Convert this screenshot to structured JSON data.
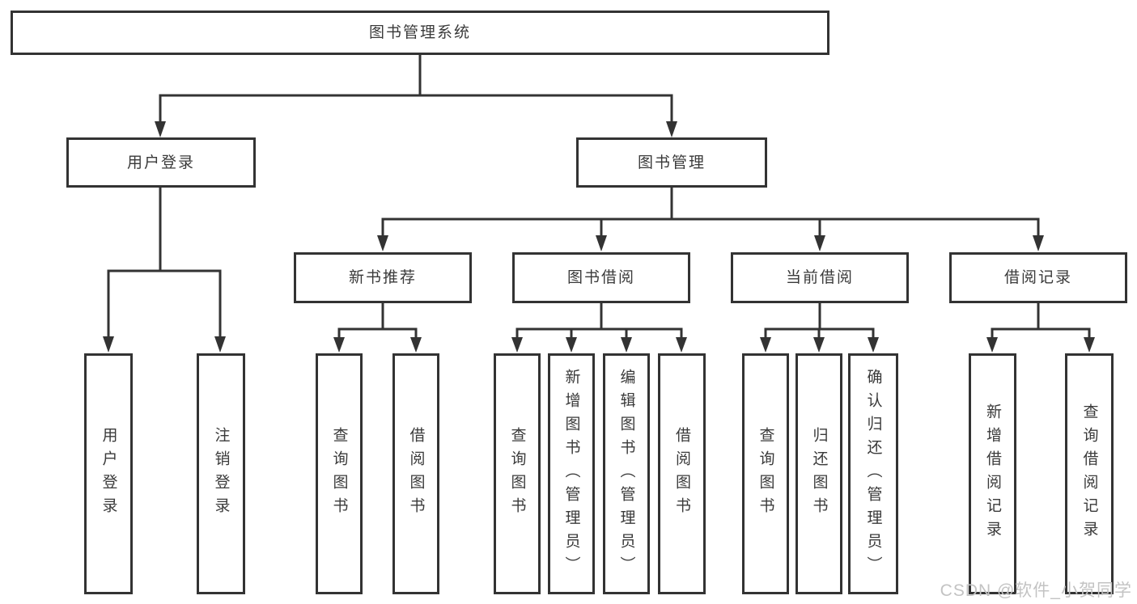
{
  "colors": {
    "line_color": "#333333",
    "text_color": "#3a3a3a",
    "box_bg": "#ffffff",
    "watermark_color": "#c3c3c3"
  },
  "nodes": {
    "root": "图书管理系统",
    "user_login": "用户登录",
    "book_management": "图书管理",
    "new_book_recommend": "新书推荐",
    "book_borrow": "图书借阅",
    "current_borrow": "当前借阅",
    "borrow_record": "借阅记录",
    "ul_user_login": "用户登录",
    "ul_logout": "注销登录",
    "nbr_query_book": "查询图书",
    "nbr_borrow_book": "借阅图书",
    "bb_query_book": "查询图书",
    "bb_add_book": "新增图书（管理员）",
    "bb_edit_book": "编辑图书（管理员）",
    "bb_borrow_book": "借阅图书",
    "cb_query_book": "查询图书",
    "cb_return_book": "归还图书",
    "cb_confirm_return": "确认归还（管理员）",
    "br_add_record": "新增借阅记录",
    "br_query_record": "查询借阅记录"
  },
  "edges": [
    {
      "from": "root",
      "to": "user_login"
    },
    {
      "from": "root",
      "to": "book_management"
    },
    {
      "from": "user_login",
      "to": "ul_user_login"
    },
    {
      "from": "user_login",
      "to": "ul_logout"
    },
    {
      "from": "book_management",
      "to": "new_book_recommend"
    },
    {
      "from": "book_management",
      "to": "book_borrow"
    },
    {
      "from": "book_management",
      "to": "current_borrow"
    },
    {
      "from": "book_management",
      "to": "borrow_record"
    },
    {
      "from": "new_book_recommend",
      "to": "nbr_query_book"
    },
    {
      "from": "new_book_recommend",
      "to": "nbr_borrow_book"
    },
    {
      "from": "book_borrow",
      "to": "bb_query_book"
    },
    {
      "from": "book_borrow",
      "to": "bb_add_book"
    },
    {
      "from": "book_borrow",
      "to": "bb_edit_book"
    },
    {
      "from": "book_borrow",
      "to": "bb_borrow_book"
    },
    {
      "from": "current_borrow",
      "to": "cb_query_book"
    },
    {
      "from": "current_borrow",
      "to": "cb_return_book"
    },
    {
      "from": "current_borrow",
      "to": "cb_confirm_return"
    },
    {
      "from": "borrow_record",
      "to": "br_add_record"
    },
    {
      "from": "borrow_record",
      "to": "br_query_record"
    }
  ],
  "watermark": {
    "text": "CSDN @软件_小贺同学"
  }
}
